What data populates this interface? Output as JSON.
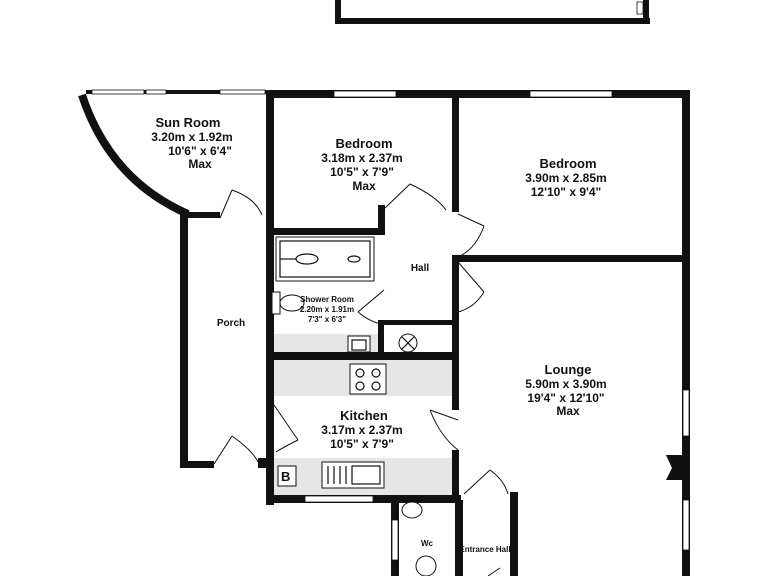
{
  "rooms": {
    "sun_room": {
      "name": "Sun Room",
      "metric": "3.20m  x 1.92m",
      "imperial": "10'6\"  x 6'4\"",
      "note": "Max"
    },
    "bedroom_1": {
      "name": "Bedroom",
      "metric": "3.18m  x 2.37m",
      "imperial": "10'5\"  x 7'9\"",
      "note": "Max"
    },
    "bedroom_2": {
      "name": "Bedroom",
      "metric": "3.90m  x 2.85m",
      "imperial": "12'10\"  x 9'4\""
    },
    "hall": {
      "name": "Hall"
    },
    "porch": {
      "name": "Porch"
    },
    "shower_room": {
      "name": "Shower Room",
      "metric": "2.20m  x 1.91m",
      "imperial": "7'3\"  x 6'3\""
    },
    "lounge": {
      "name": "Lounge",
      "metric": "5.90m  x 3.90m",
      "imperial": "19'4\"  x 12'10\"",
      "note": "Max"
    },
    "kitchen": {
      "name": "Kitchen",
      "metric": "3.17m  x 2.37m",
      "imperial": "10'5\"  x 7'9\""
    },
    "wc": {
      "name": "Wc"
    },
    "entrance_hall": {
      "name": "Entrance Hall"
    }
  },
  "boiler_label": "B"
}
